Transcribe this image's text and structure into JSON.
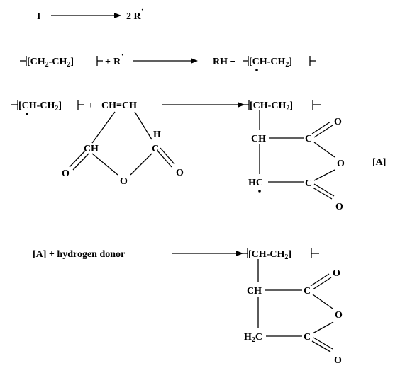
{
  "step1": {
    "reactant": "I",
    "coef": "2",
    "radical": "R",
    "radical_mark": "·"
  },
  "step2": {
    "reactant_a": "CH",
    "sub_2": "2",
    "dash": "-",
    "plus": "+",
    "radical": "R",
    "radical_mark": "·",
    "product_rh": "RH",
    "product_ch": "CH"
  },
  "step3": {
    "reactant_ch": "CH",
    "reactant_ch2": "-CH",
    "sub_2": "2",
    "plus": "+",
    "maleic": "CH=CH",
    "h": "H",
    "c": "C",
    "o": "O",
    "product_ch_ch2": "CH-CH",
    "product_ch": "CH",
    "product_hc": "HC",
    "label": "[A]"
  },
  "step4": {
    "reactant": "[A] + hydrogen donor",
    "product_ch_ch2": "CH-CH",
    "sub_2": "2",
    "product_ch": "CH",
    "product_h2c": "H",
    "c": "C",
    "o": "O"
  }
}
